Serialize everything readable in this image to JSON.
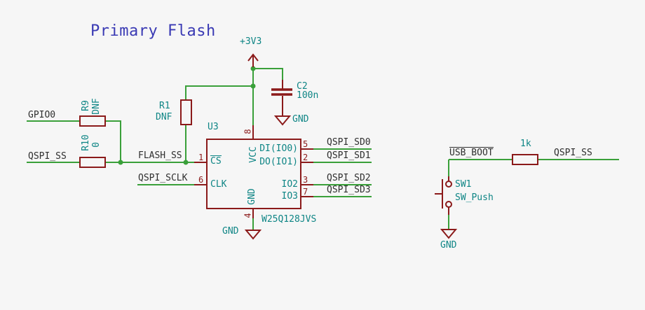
{
  "title": {
    "text": "Primary Flash"
  },
  "colors": {
    "background": "#f6f6f6",
    "wire": "#3aa03a",
    "symbol": "#8b1a1a",
    "field": "#0e8585",
    "net_label": "#2f2f2f",
    "title": "#3a3ab4"
  },
  "power": {
    "plus3v3": "+3V3",
    "gnd": "GND"
  },
  "net_labels": {
    "gpio0": "GPIO0",
    "qspi_ss_left": "QSPI_SS",
    "flash_ss": "FLASH_SS",
    "qspi_sclk": "QSPI_SCLK",
    "qspi_sd0": "QSPI_SD0",
    "qspi_sd1": "QSPI_SD1",
    "qspi_sd2": "QSPI_SD2",
    "qspi_sd3": "QSPI_SD3",
    "usb_boot": "USB_BOOT",
    "qspi_ss_right": "QSPI_SS"
  },
  "components": {
    "r9": {
      "ref": "R9",
      "value": "DNF"
    },
    "r10": {
      "ref": "R10",
      "value": "0"
    },
    "r1": {
      "ref": "R1",
      "value": "DNF"
    },
    "r_pullup": {
      "value": "1k"
    },
    "c2": {
      "ref": "C2",
      "value": "100n"
    },
    "sw1": {
      "ref": "SW1",
      "value": "SW_Push"
    },
    "u3": {
      "ref": "U3",
      "value": "W25Q128JVS",
      "pins": {
        "left": [
          {
            "num": "1",
            "name": "CS"
          },
          {
            "num": "6",
            "name": "CLK"
          }
        ],
        "right": [
          {
            "num": "5",
            "name": "DI(IO0)"
          },
          {
            "num": "2",
            "name": "DO(IO1)"
          },
          {
            "num": "3",
            "name": "IO2"
          },
          {
            "num": "7",
            "name": "IO3"
          }
        ],
        "top": {
          "num": "8",
          "name": "VCC"
        },
        "bottom": {
          "num": "4",
          "name": "GND"
        }
      }
    }
  }
}
